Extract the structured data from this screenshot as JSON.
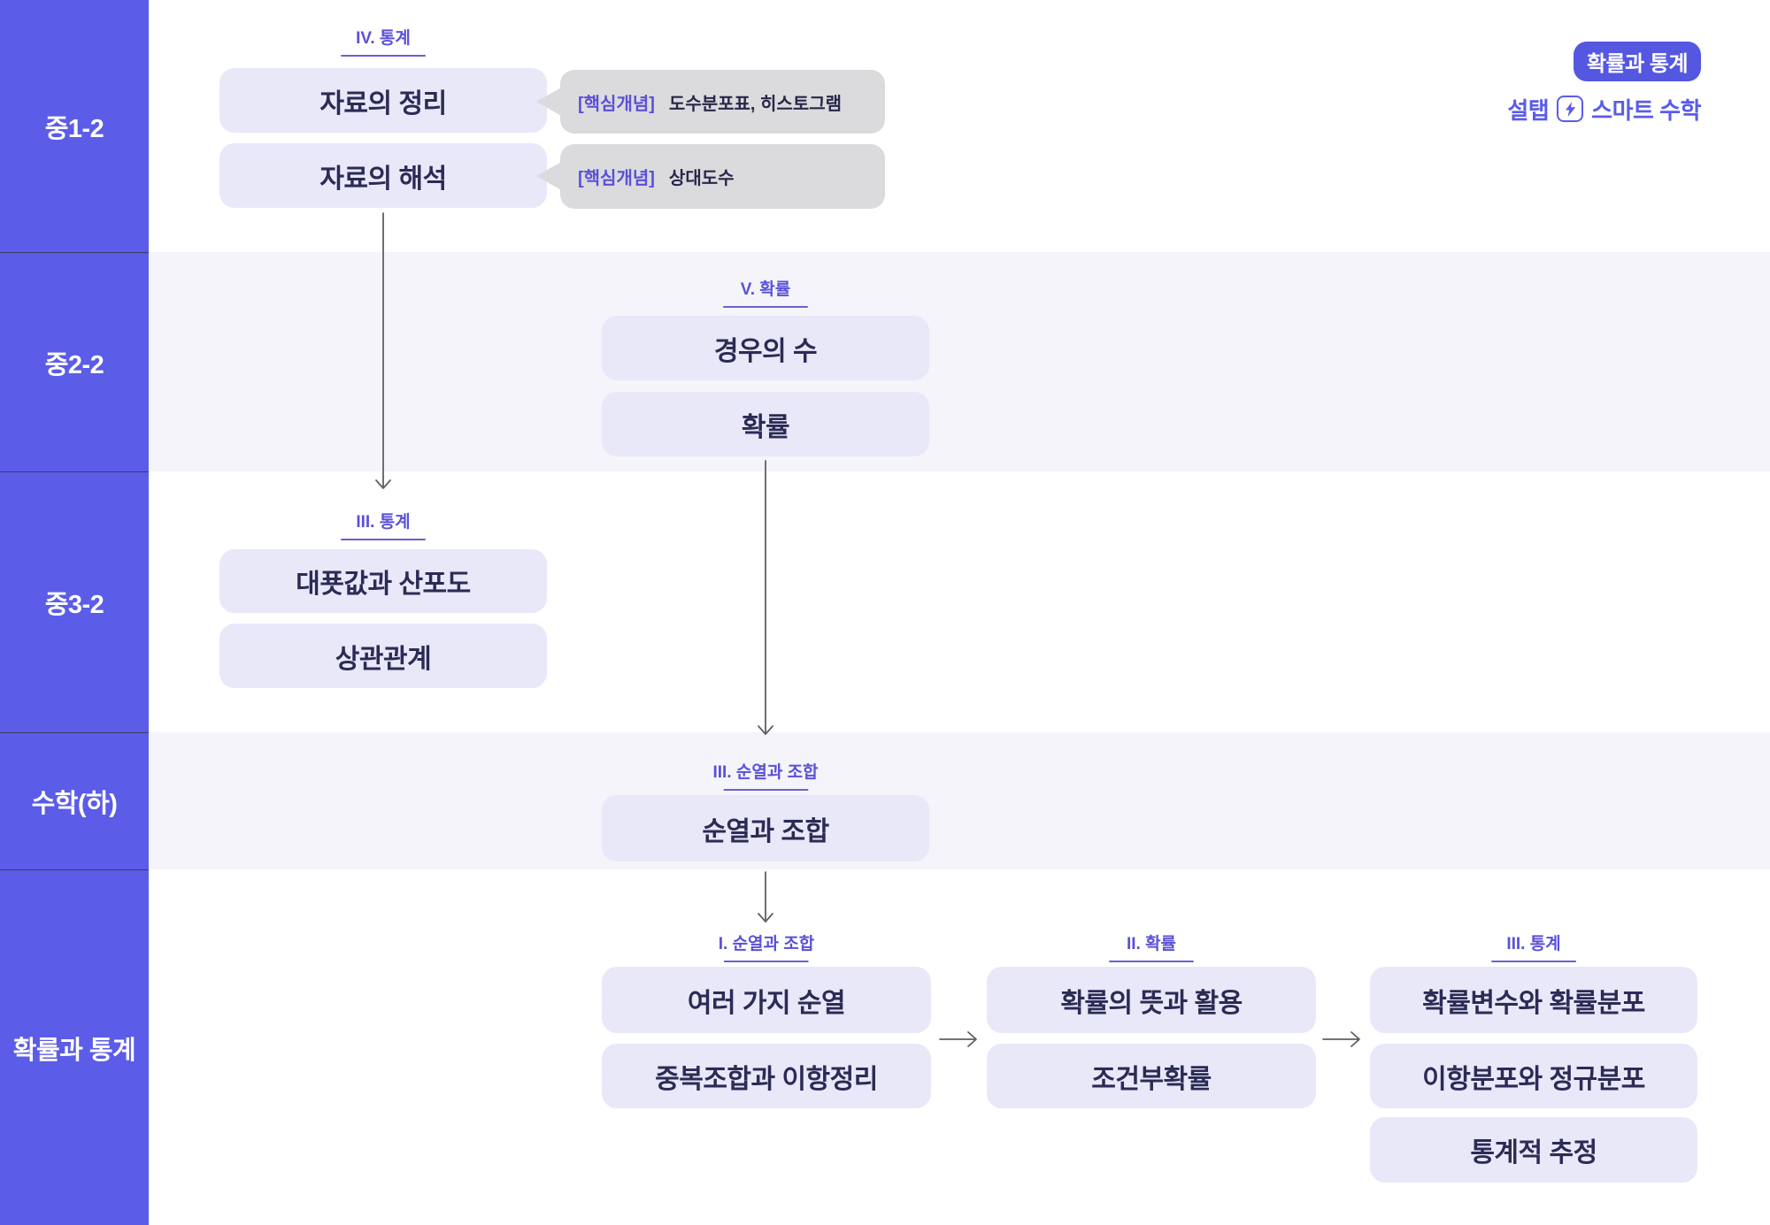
{
  "sidebar": {
    "sections": [
      {
        "label": "중1-2"
      },
      {
        "label": "중2-2"
      },
      {
        "label": "중3-2"
      },
      {
        "label": "수학(하)"
      },
      {
        "label": "확률과 통계"
      }
    ]
  },
  "header": {
    "badge": "확률과 통계",
    "brand": {
      "left": "설탭",
      "icon": "lightning-icon",
      "right": "스마트 수학"
    }
  },
  "groups": [
    {
      "unit": "IV. 통계",
      "grade": "중1-2",
      "boxes": [
        "자료의 정리",
        "자료의 해석"
      ]
    },
    {
      "unit": "V. 확률",
      "grade": "중2-2",
      "boxes": [
        "경우의 수",
        "확률"
      ]
    },
    {
      "unit": "III. 통계",
      "grade": "중3-2",
      "boxes": [
        "대푯값과 산포도",
        "상관관계"
      ]
    },
    {
      "unit": "III. 순열과 조합",
      "grade": "수학(하)",
      "boxes": [
        "순열과 조합"
      ]
    },
    {
      "unit": "I. 순열과 조합",
      "grade": "확률과 통계",
      "boxes": [
        "여러 가지 순열",
        "중복조합과 이항정리"
      ]
    },
    {
      "unit": "II. 확률",
      "grade": "확률과 통계",
      "boxes": [
        "확률의 뜻과 활용",
        "조건부확률"
      ]
    },
    {
      "unit": "III. 통계",
      "grade": "확률과 통계",
      "boxes": [
        "확률변수와 확률분포",
        "이항분포와 정규분포",
        "통계적 추정"
      ]
    }
  ],
  "tooltips": [
    {
      "tag": "[핵심개념]",
      "text": "도수분포표, 히스토그램"
    },
    {
      "tag": "[핵심개념]",
      "text": "상대도수"
    }
  ],
  "colors": {
    "sidebar_purple": "#5b5ce7",
    "badge_purple": "#5457e0",
    "brand_purple": "#5b5ce8",
    "unit_label_purple": "#5a50d8",
    "box_fill": "#e8e8f9",
    "box_text": "#2b2b55",
    "tooltip_fill": "#dbdbde",
    "tooltip_tag_purple": "#5b50d8",
    "stripe": "#f4f4fa",
    "arrow_gray": "#5f5f66"
  }
}
